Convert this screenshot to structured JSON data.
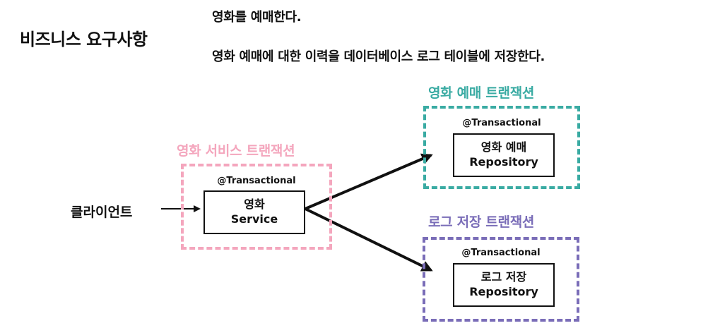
{
  "heading": "비즈니스 요구사항",
  "requirements": [
    "영화를 예매한다.",
    "영화 예매에 대한 이력을 데이터베이스 로그 테이블에 저장한다."
  ],
  "client": "클라이언트",
  "service_tx": {
    "label": "영화 서비스 트랜잭션",
    "color": "#f4a6bd",
    "annotation": "@Transactional",
    "box_line1": "영화",
    "box_line2": "Service"
  },
  "reservation_tx": {
    "label": "영화 예매 트랜잭션",
    "color": "#3aaba3",
    "annotation": "@Transactional",
    "box_line1": "영화 예매",
    "box_line2": "Repository"
  },
  "log_tx": {
    "label": "로그 저장 트랜잭션",
    "color": "#7a6db8",
    "annotation": "@Transactional",
    "box_line1": "로그 저장",
    "box_line2": "Repository"
  }
}
